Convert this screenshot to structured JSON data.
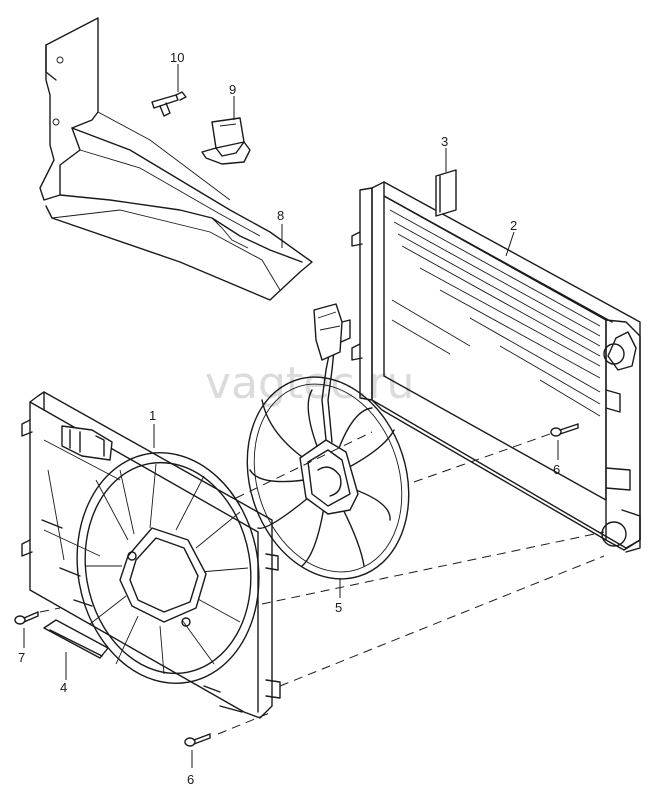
{
  "watermark": "vagtec.ru",
  "callouts": {
    "c1": "1",
    "c2": "2",
    "c3": "3",
    "c4": "4",
    "c5": "5",
    "c6a": "6",
    "c6b": "6",
    "c7": "7",
    "c8": "8",
    "c9": "9",
    "c10": "10"
  }
}
